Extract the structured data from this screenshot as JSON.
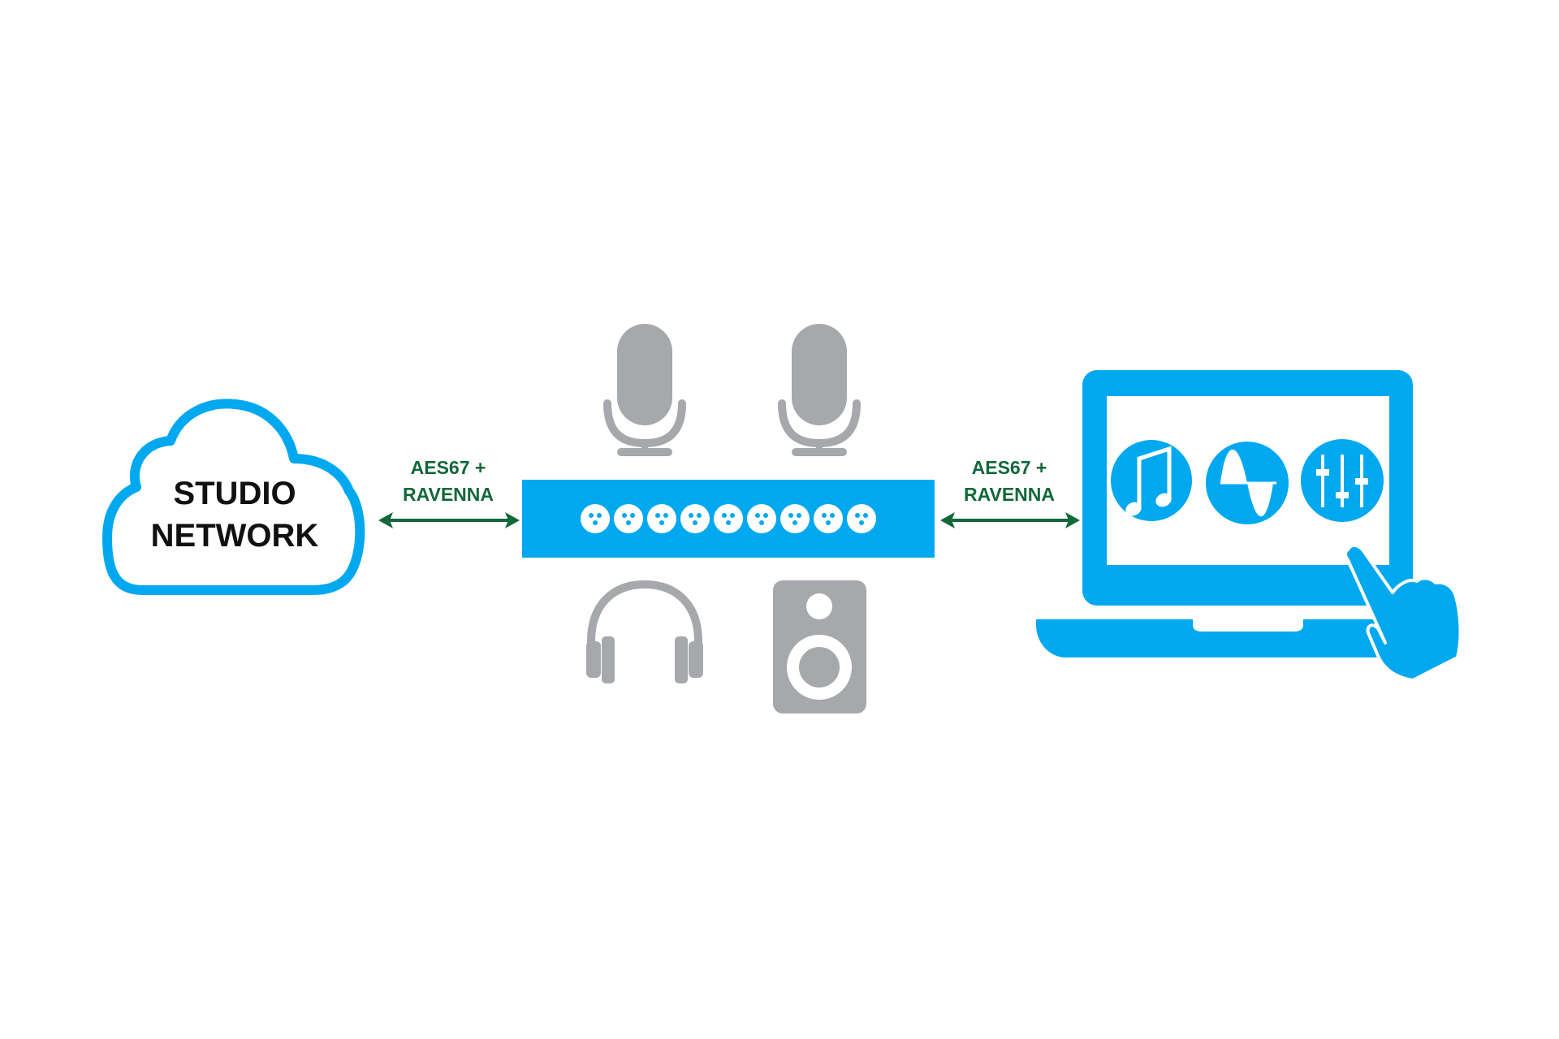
{
  "colors": {
    "brand_blue": "#00a8ef",
    "device_gray": "#a6a8ab",
    "protocol_green": "#12683a",
    "text_dark": "#111111",
    "background": "#ffffff"
  },
  "cloud": {
    "line1": "STUDIO",
    "line2": "NETWORK",
    "icon": "cloud-icon"
  },
  "links": [
    {
      "line1": "AES67 +",
      "line2": "RAVENNA",
      "icon": "bidirectional-arrow-icon"
    },
    {
      "line1": "AES67 +",
      "line2": "RAVENNA",
      "icon": "bidirectional-arrow-icon"
    }
  ],
  "interface": {
    "icon": "audio-interface-icon",
    "connector_count": 9,
    "connector_icon": "xlr-connector-icon"
  },
  "peripherals": [
    {
      "icon": "microphone-icon"
    },
    {
      "icon": "microphone-icon"
    },
    {
      "icon": "headphones-icon"
    },
    {
      "icon": "speaker-icon"
    }
  ],
  "laptop": {
    "icon": "laptop-icon",
    "screen_icons": [
      "music-note-icon",
      "waveform-icon",
      "mixer-faders-icon"
    ],
    "pointer_icon": "pointing-hand-icon"
  }
}
